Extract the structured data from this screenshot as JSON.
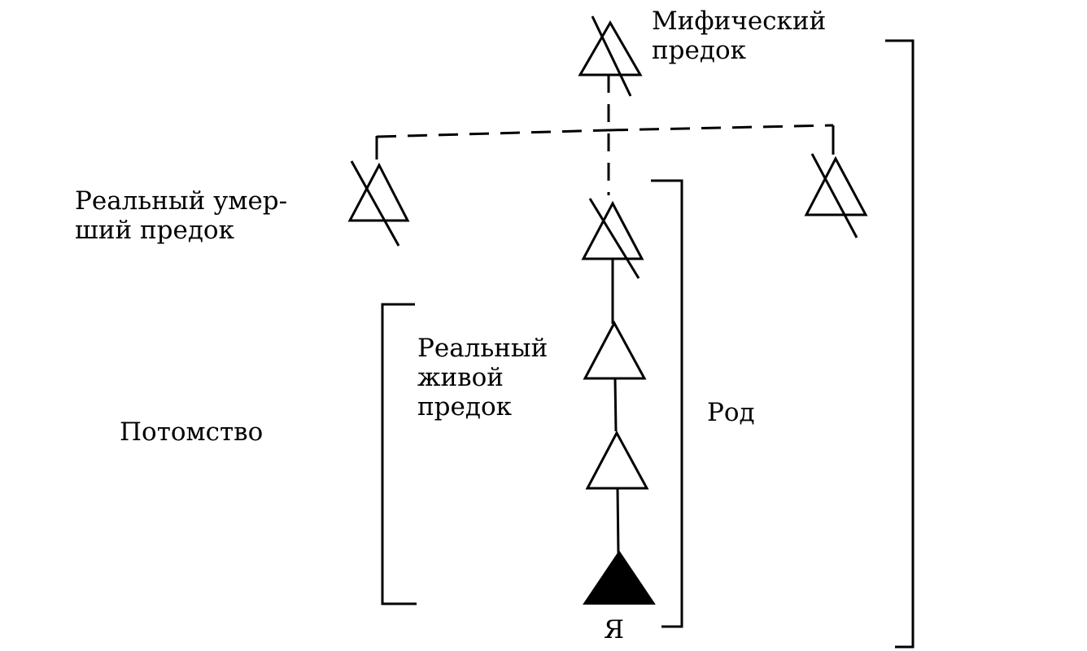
{
  "labels": {
    "mythical_ancestor": [
      "Мифический",
      "предок"
    ],
    "real_dead_ancestor": [
      "Реальный умер-",
      "ший предок"
    ],
    "real_living_ancestor": [
      "Реальный",
      "живой",
      "предок"
    ],
    "offspring": "Потомство",
    "clan": "Род",
    "ego": "Я"
  },
  "nodes": [
    {
      "id": "mythical-ancestor",
      "status": "deceased"
    },
    {
      "id": "collateral-ancestor-left",
      "status": "deceased"
    },
    {
      "id": "collateral-ancestor-right",
      "status": "deceased"
    },
    {
      "id": "lineal-ancestor-dead",
      "status": "deceased"
    },
    {
      "id": "living-ancestor-1",
      "status": "living"
    },
    {
      "id": "living-ancestor-2",
      "status": "living"
    },
    {
      "id": "ego",
      "status": "self"
    }
  ],
  "colors": {
    "ink": "#000000",
    "background": "#ffffff"
  }
}
